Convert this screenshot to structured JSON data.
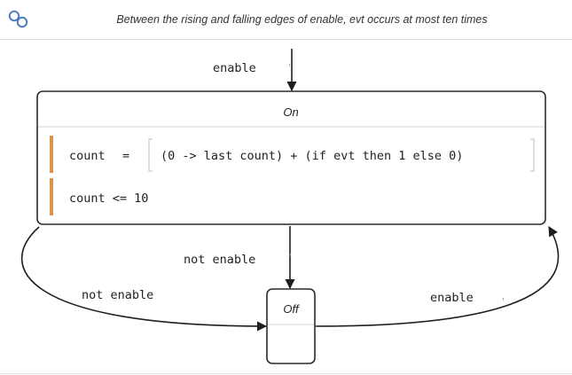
{
  "header": {
    "title": "Between the rising and falling edges of enable, evt occurs at most ten times",
    "icon": "link-chain-icon"
  },
  "diagram": {
    "states": {
      "on": {
        "name": "On",
        "equation": {
          "lhs": "count",
          "op": "=",
          "rhs": "(0 -> last count) + (if evt then 1 else 0)"
        },
        "property": "count <= 10"
      },
      "off": {
        "name": "Off"
      }
    },
    "transitions": {
      "initial": "enable",
      "on_to_off_down": "not enable",
      "on_to_off_left": "not enable",
      "off_to_on_right": "enable"
    },
    "colors": {
      "accent_bar": "#d9954a",
      "box_border": "#2b2b2b",
      "divider": "#d4d4d4",
      "edge": "#1f1f1f",
      "icon": "#4a7fc1"
    }
  }
}
